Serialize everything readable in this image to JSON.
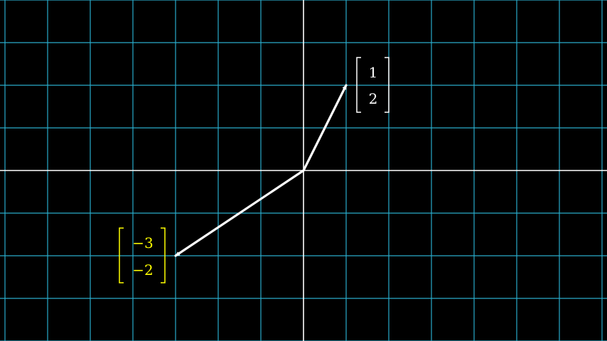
{
  "colors": {
    "background": "#000000",
    "grid": "#29abca",
    "axes": "#ffffff",
    "vector_a": "#ffffff",
    "vector_b": "#ffffff",
    "label_a": "#ffffff",
    "label_b": "#ffff00"
  },
  "vectors": [
    {
      "id": "vector-a",
      "x": 1,
      "y": 2,
      "label": [
        "1",
        "2"
      ]
    },
    {
      "id": "vector-b",
      "x": -3,
      "y": -2,
      "label": [
        "−3",
        "−2"
      ]
    }
  ]
}
